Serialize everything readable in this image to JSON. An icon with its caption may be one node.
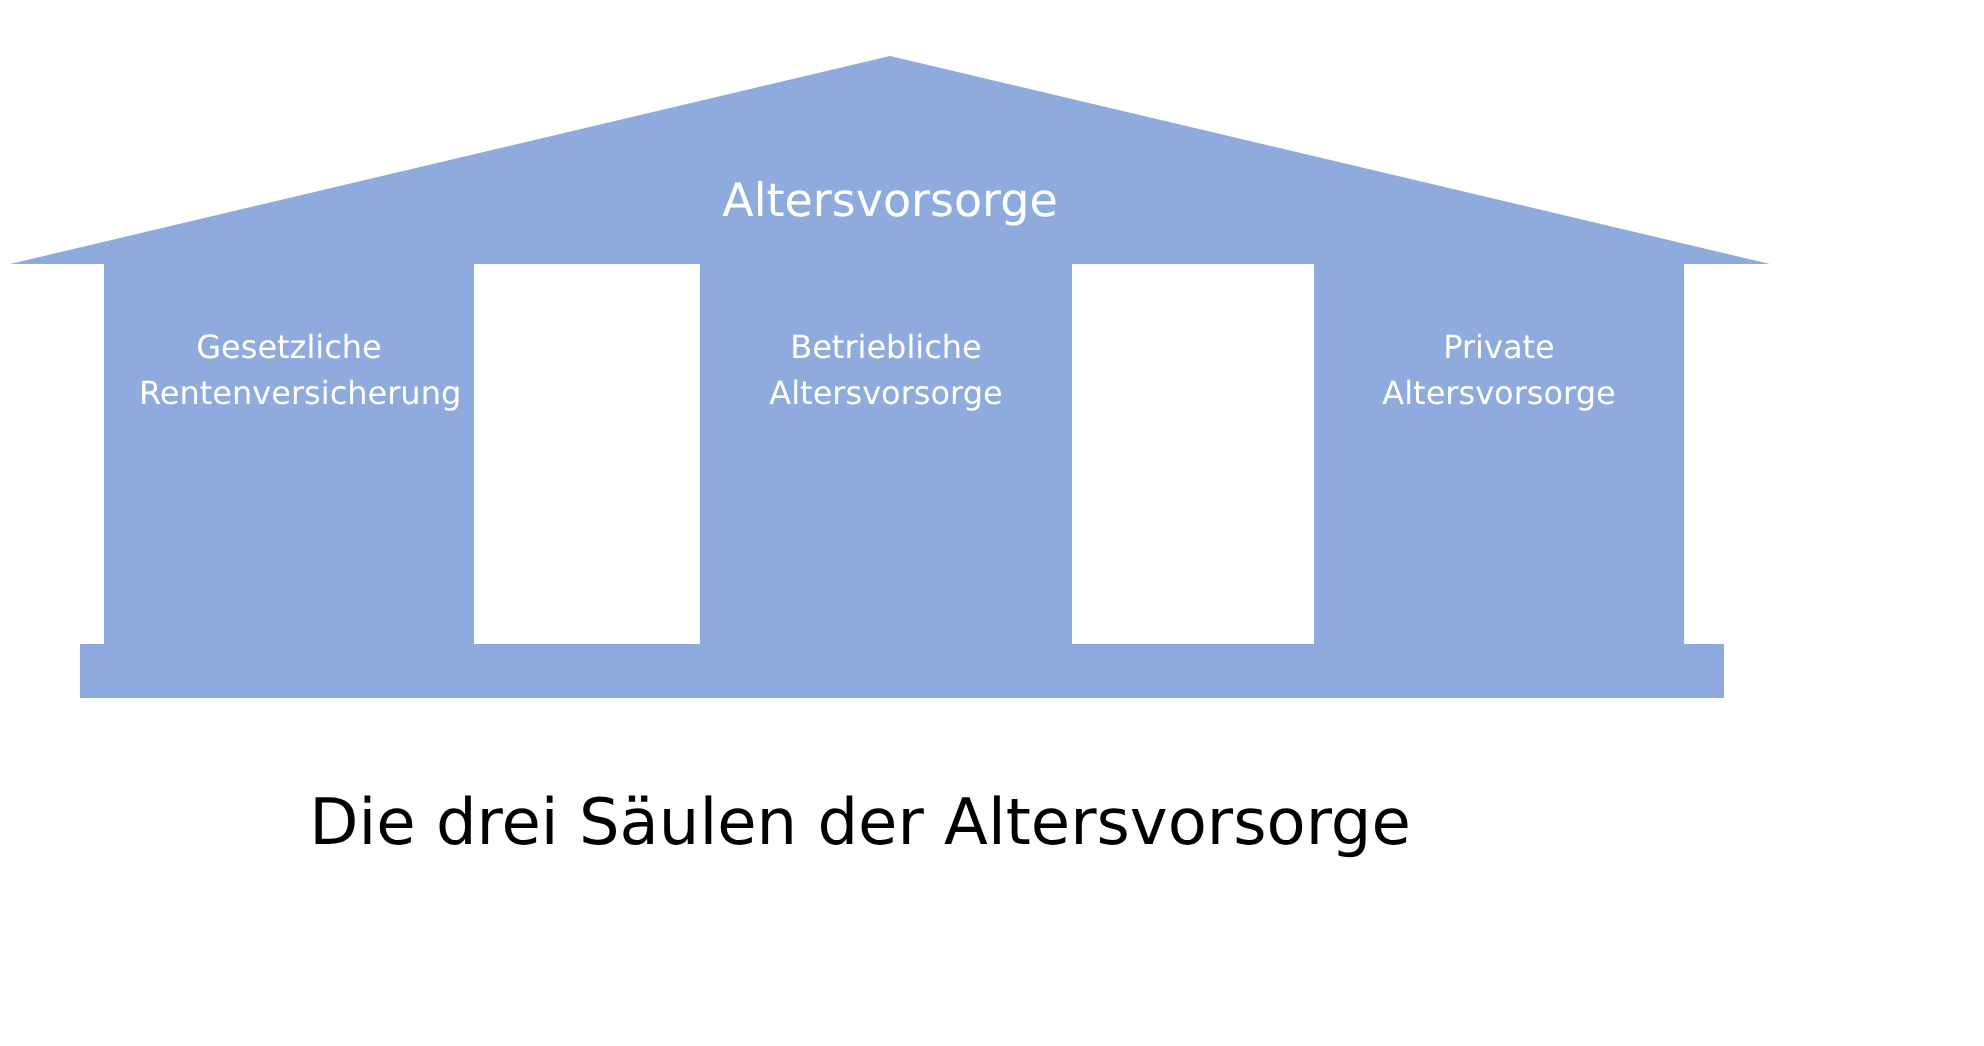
{
  "diagram": {
    "caption": "Die drei Säulen der Altersvorsorge",
    "nodes": [
      {
        "text": [
          "Altersvorsorge"
        ]
      },
      {
        "text": [
          "Gesetzliche Rentenversicherung"
        ]
      },
      {
        "text": [
          "Betriebliche Altersvorsorge"
        ]
      },
      {
        "text": [
          "Private Altersvorsorge"
        ]
      },
      {
        "text": [],
        "shape": "bar"
      }
    ],
    "edges": []
  }
}
